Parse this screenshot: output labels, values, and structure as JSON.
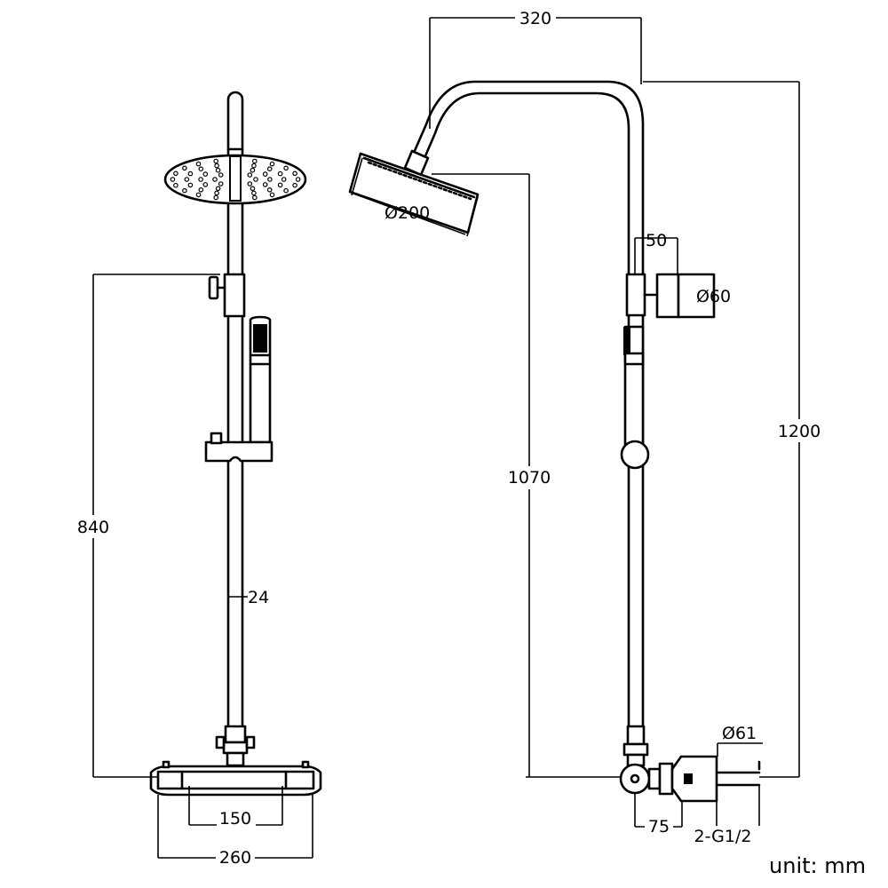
{
  "dimensions": {
    "bar_height": "840",
    "bar_diameter": "24",
    "inlet_spacing": "150",
    "valve_width": "260",
    "arm_reach": "320",
    "head_diameter": "Ø200",
    "bracket_offset": "50",
    "bracket_diameter": "Ø60",
    "head_height": "1070",
    "total_height": "1200",
    "escutcheon_diameter": "Ø61",
    "inlet_depth": "75",
    "inlet_thread": "2-G1/2"
  },
  "unit_label": "unit: mm"
}
